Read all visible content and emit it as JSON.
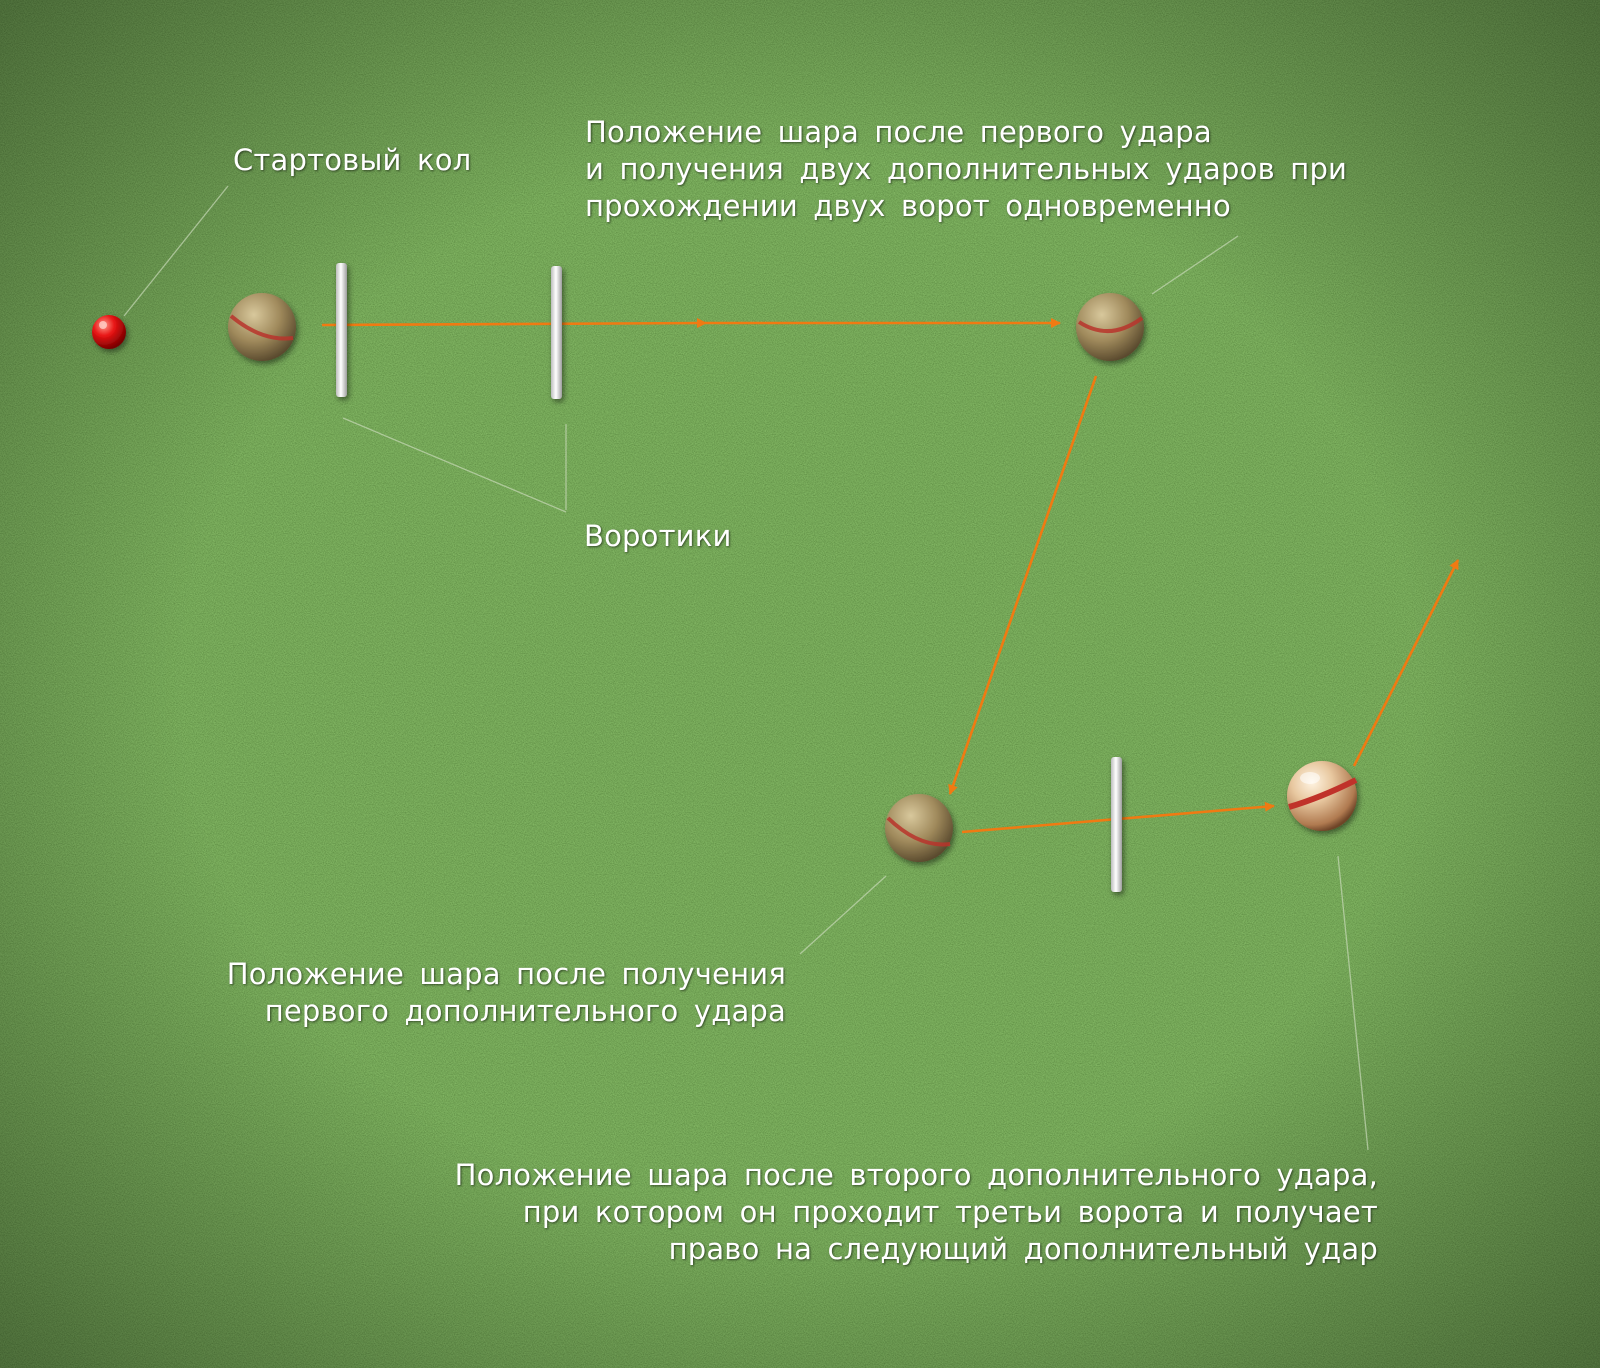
{
  "labels": {
    "start_peg": "Стартовый кол",
    "first_position": [
      "Положение шара после первого удара",
      "и получения двух дополнительных ударов при",
      "прохождении двух ворот одновременно"
    ],
    "hoops": "Воротики",
    "second_position": [
      "Положение шара после получения",
      "первого дополнительного удара"
    ],
    "third_position": [
      "Положение шара после второго дополнительного удара,",
      "при котором он проходит третьи ворота и получает",
      "право на следующий дополнительный удар"
    ]
  },
  "colors": {
    "grass": "#3d6b22",
    "arrow": "#f07a12",
    "peg": "#e01010",
    "ball_stripe": "#c0302a",
    "hoop": "#f2f2f2",
    "leader_line": "#c8d8b8",
    "text": "#ffffff"
  },
  "icons": {
    "start_peg": "red-peg-icon",
    "ball": "croquet-ball-icon",
    "hoop": "white-hoop-icon"
  }
}
